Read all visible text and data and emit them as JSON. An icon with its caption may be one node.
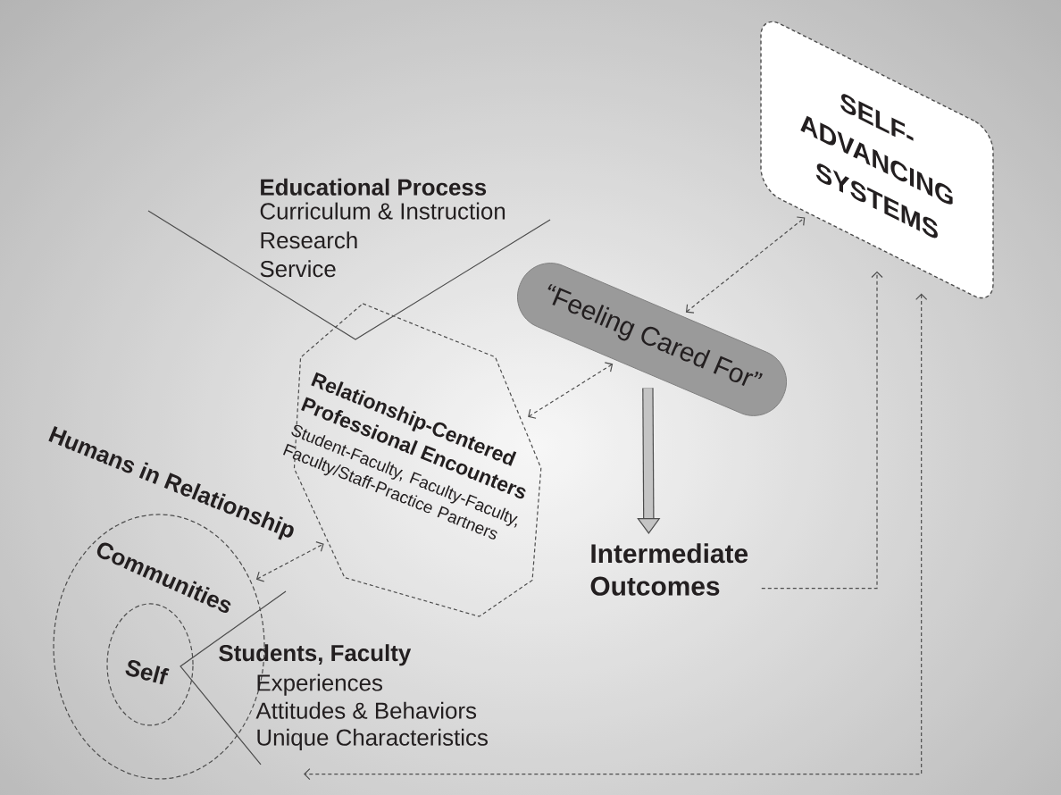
{
  "diagram": {
    "nodes": [
      {
        "text": [
          "SELF- ADVANCING SYSTEMS"
        ]
      },
      {
        "text": [
          "“Feeling Cared For”"
        ]
      },
      {
        "text": [
          "Relationship-Centered Professional Encounters",
          "Student-Faculty, Faculty-Faculty, Faculty/Staff-Practice Partners"
        ]
      },
      {
        "text": [
          "Humans in Relationship",
          "Communities"
        ]
      },
      {
        "text": [
          "Self"
        ],
        "in": 3
      },
      {
        "text": [
          "Intermediate Outcomes"
        ]
      }
    ],
    "edges": [
      {
        "from": 1,
        "to": 0,
        "arrow": "both",
        "style": "dashed"
      },
      {
        "from": 2,
        "to": 1,
        "arrow": "both",
        "style": "dashed"
      },
      {
        "from": 3,
        "to": 2,
        "arrow": "both",
        "style": "dashed"
      },
      {
        "from": 1,
        "to": 5,
        "arrow": "to",
        "style": "thick"
      },
      {
        "from": 5,
        "to": 0,
        "arrow": "to",
        "style": "dashed"
      },
      {
        "from": 0,
        "to": 3,
        "arrow": "both",
        "style": "dashed"
      }
    ],
    "labels": [
      "Educational Process",
      "Curriculum & Instruction",
      "Research",
      "Service",
      "Students, Faculty",
      "Experiences",
      "Attitudes & Behaviors",
      "Unique Characteristics"
    ]
  }
}
